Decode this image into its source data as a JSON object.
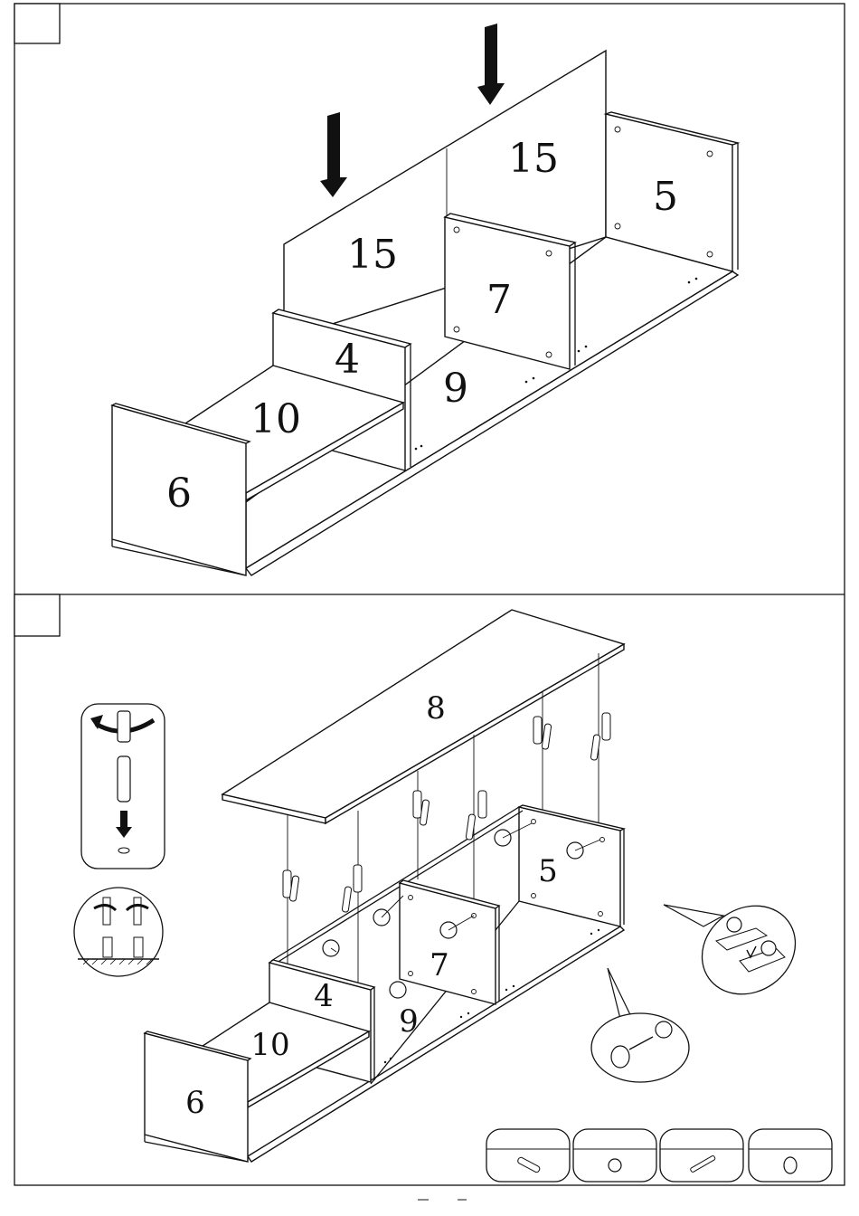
{
  "steps": [
    {
      "number": "",
      "parts": {
        "side_left": "6",
        "shelf": "10",
        "divider_small": "4",
        "bottom": "9",
        "divider_large": "7",
        "side_right": "5",
        "back_panel_left": "15",
        "back_panel_right": "15"
      },
      "arrows": [
        "arrow-down",
        "arrow-down"
      ]
    },
    {
      "number": "",
      "parts": {
        "top": "8",
        "side_left": "6",
        "shelf": "10",
        "divider_small": "4",
        "bottom": "9",
        "divider_large": "7",
        "side_right": "5"
      },
      "details": [
        "cam-bolt-install-detail",
        "dowel-install-detail",
        "cam-lock-zoom",
        "cam-lock-orientation-zoom"
      ]
    }
  ],
  "hardware_legend": [
    {
      "name": "cam-bolt",
      "label": ""
    },
    {
      "name": "cam-lock",
      "label": ""
    },
    {
      "name": "wooden-dowel",
      "label": ""
    },
    {
      "name": "hole-cap",
      "label": ""
    }
  ]
}
